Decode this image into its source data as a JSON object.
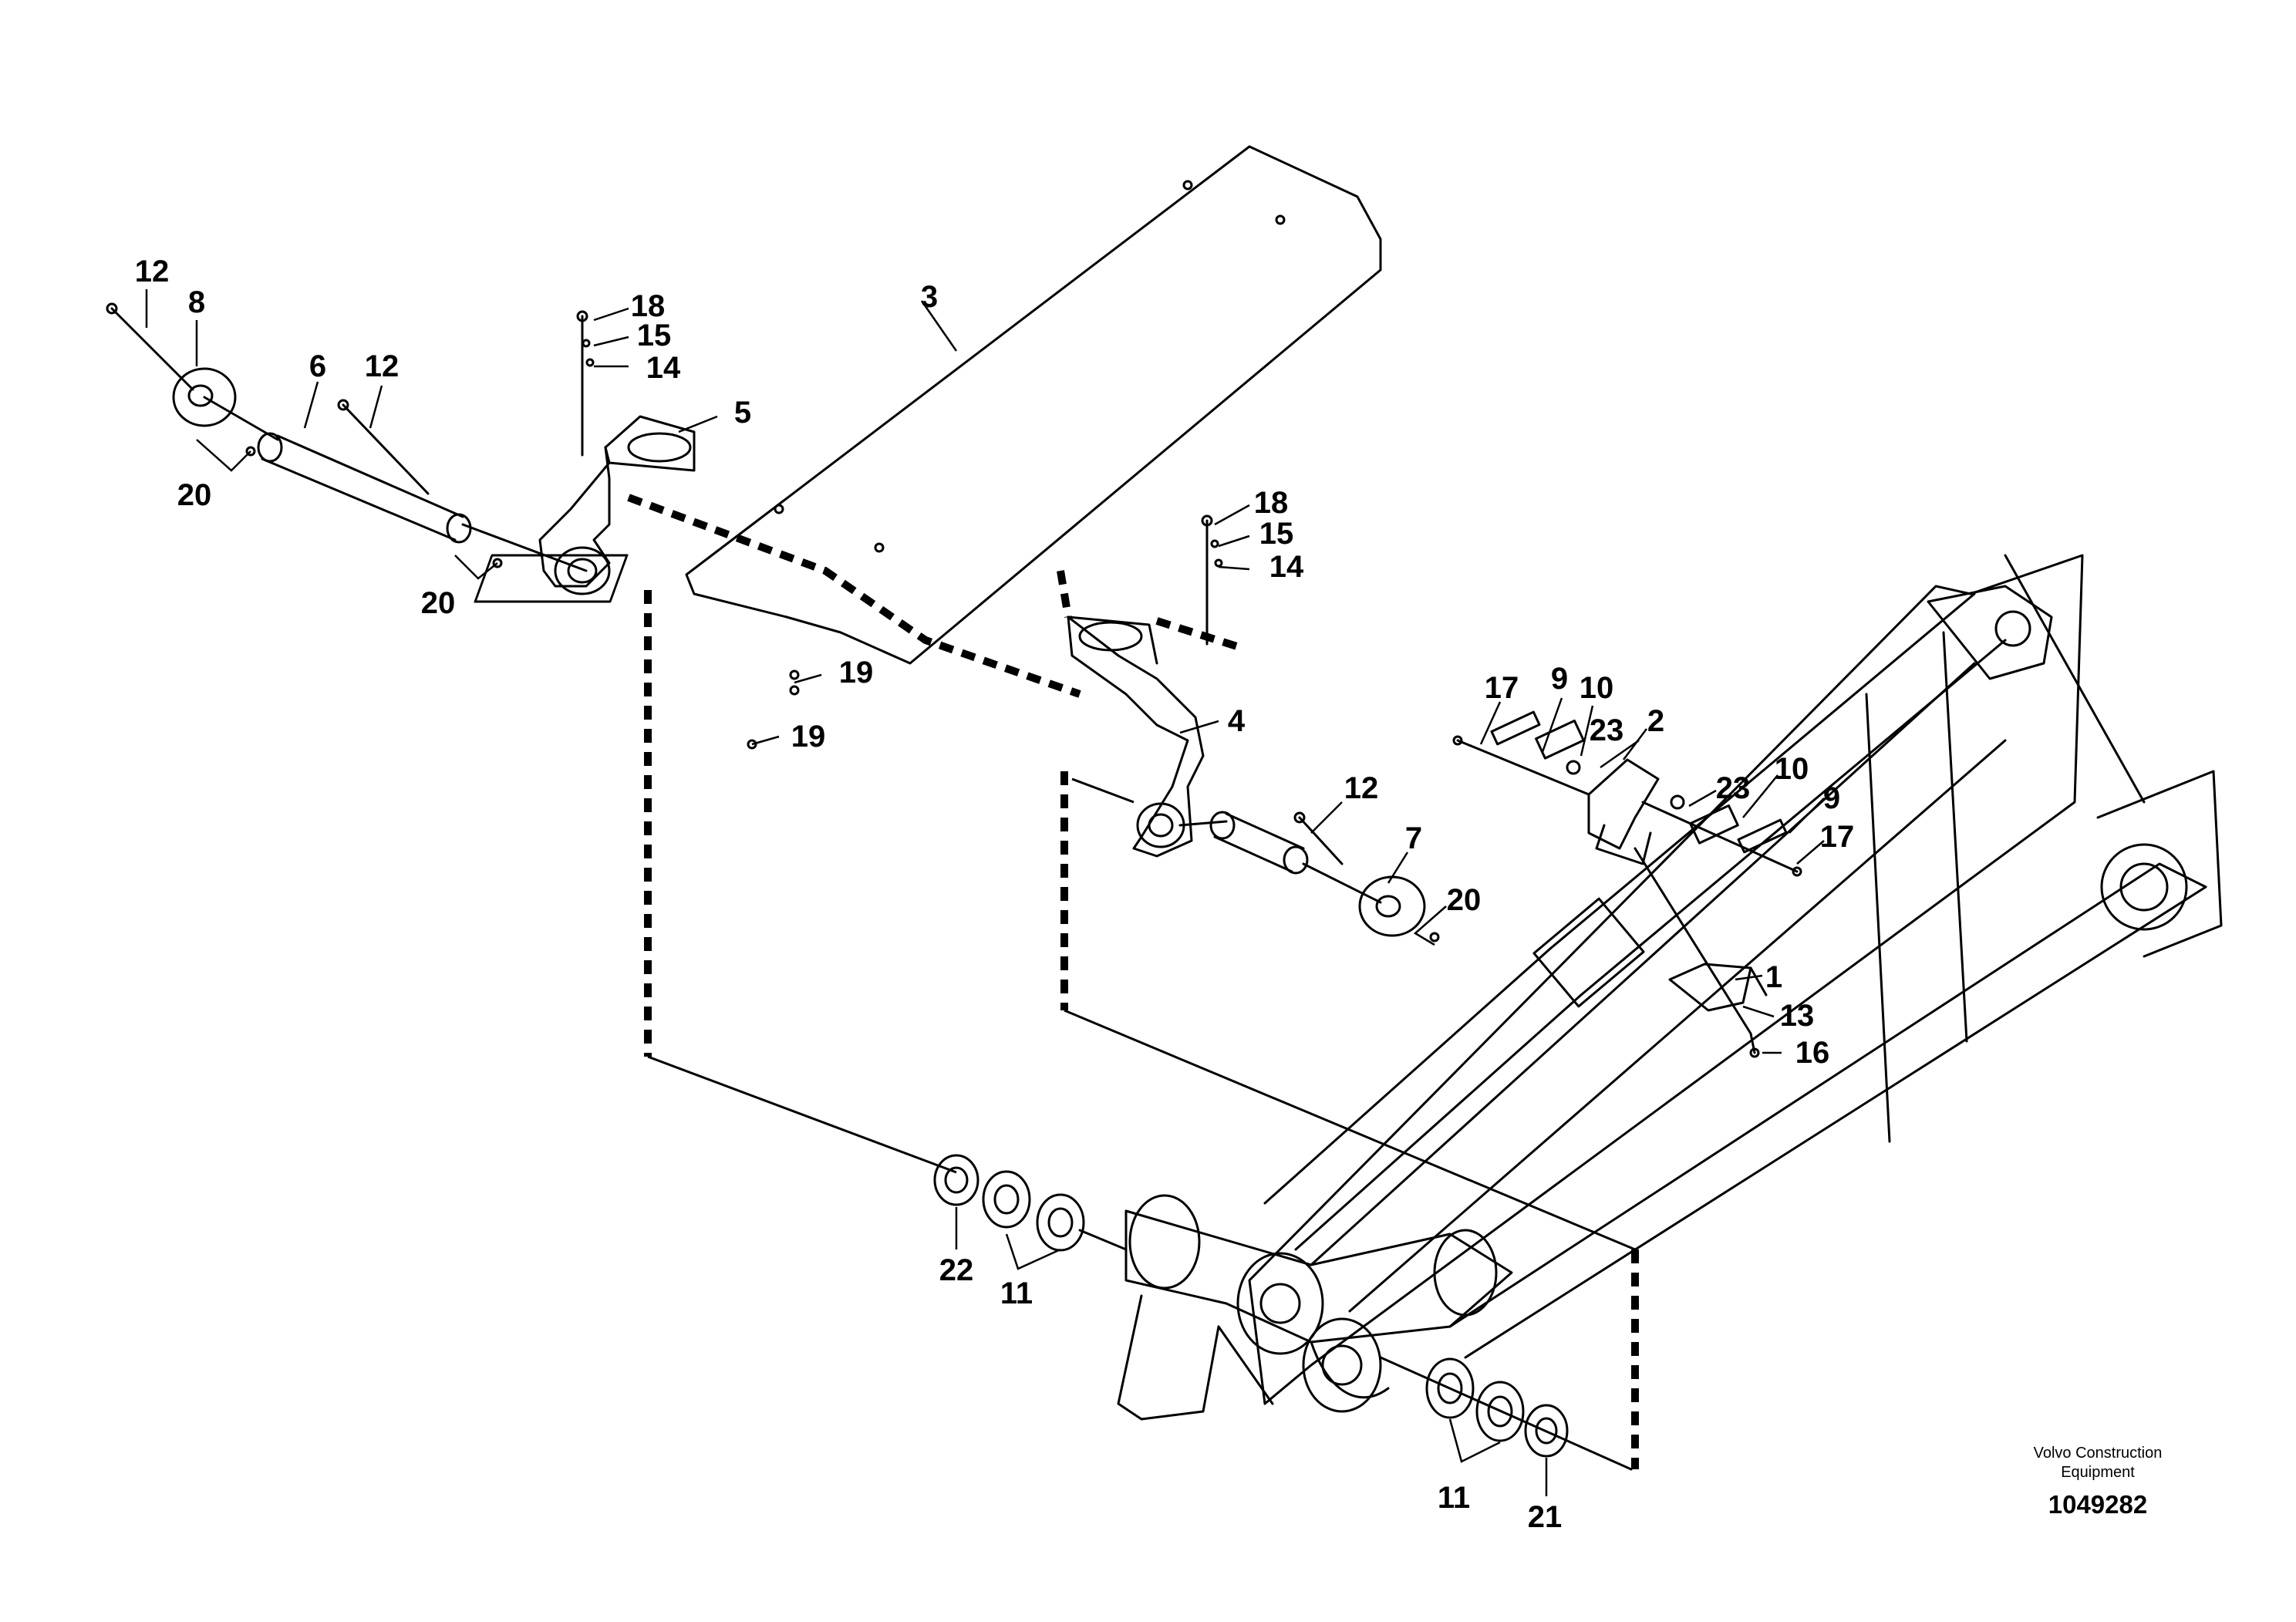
{
  "callouts": [
    {
      "id": "c-12a",
      "text": "12"
    },
    {
      "id": "c-8",
      "text": "8"
    },
    {
      "id": "c-6",
      "text": "6"
    },
    {
      "id": "c-12b",
      "text": "12"
    },
    {
      "id": "c-20a",
      "text": "20"
    },
    {
      "id": "c-20b",
      "text": "20"
    },
    {
      "id": "c-18a",
      "text": "18"
    },
    {
      "id": "c-15a",
      "text": "15"
    },
    {
      "id": "c-14a",
      "text": "14"
    },
    {
      "id": "c-5",
      "text": "5"
    },
    {
      "id": "c-3",
      "text": "3"
    },
    {
      "id": "c-18b",
      "text": "18"
    },
    {
      "id": "c-15b",
      "text": "15"
    },
    {
      "id": "c-14b",
      "text": "14"
    },
    {
      "id": "c-19a",
      "text": "19"
    },
    {
      "id": "c-19b",
      "text": "19"
    },
    {
      "id": "c-4",
      "text": "4"
    },
    {
      "id": "c-17a",
      "text": "17"
    },
    {
      "id": "c-9a",
      "text": "9"
    },
    {
      "id": "c-10a",
      "text": "10"
    },
    {
      "id": "c-23a",
      "text": "23"
    },
    {
      "id": "c-2",
      "text": "2"
    },
    {
      "id": "c-23b",
      "text": "23"
    },
    {
      "id": "c-10b",
      "text": "10"
    },
    {
      "id": "c-9b",
      "text": "9"
    },
    {
      "id": "c-17b",
      "text": "17"
    },
    {
      "id": "c-12c",
      "text": "12"
    },
    {
      "id": "c-7",
      "text": "7"
    },
    {
      "id": "c-20c",
      "text": "20"
    },
    {
      "id": "c-1",
      "text": "1"
    },
    {
      "id": "c-13",
      "text": "13"
    },
    {
      "id": "c-16",
      "text": "16"
    },
    {
      "id": "c-22",
      "text": "22"
    },
    {
      "id": "c-11a",
      "text": "11"
    },
    {
      "id": "c-11b",
      "text": "11"
    },
    {
      "id": "c-21",
      "text": "21"
    }
  ],
  "footer": {
    "brand_line1": "Volvo Construction",
    "brand_line2": "Equipment",
    "drawing_number": "1049282"
  }
}
